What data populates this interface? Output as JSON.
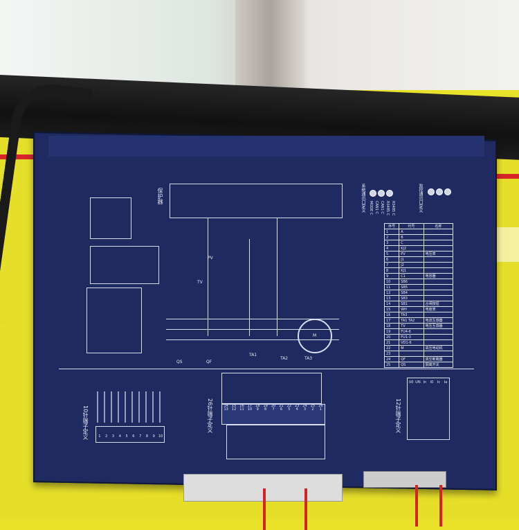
{
  "panel": {
    "protector_label": "保护器",
    "comm_port_left_title": "系统通讯口定义",
    "comm_port_right_title": "监控通讯口定义",
    "comm_port_left_pins": [
      "MODE C",
      "CAN1 C",
      "CAN1 C",
      "RS485 C",
      "RS485 C"
    ],
    "terminal_10_title": "10针端子定义",
    "terminal_10_numbers": [
      "1",
      "2",
      "3",
      "4",
      "5",
      "6",
      "7",
      "8",
      "9",
      "10"
    ],
    "terminal_26_title": "26针端子定义",
    "terminal_26_top_numbers": [
      "14",
      "15",
      "16",
      "17",
      "18",
      "19",
      "20",
      "21",
      "22",
      "23",
      "24",
      "25",
      "26"
    ],
    "terminal_26_bottom_numbers": [
      "13",
      "12",
      "11",
      "10",
      "9",
      "8",
      "7",
      "6",
      "5",
      "4",
      "3",
      "2",
      "1"
    ],
    "terminal_12_title": "12针端子定义",
    "terminal_12_labels": [
      "U0",
      "UN",
      "In",
      "I0",
      "Ic",
      "Ia"
    ],
    "diagram_labels": [
      "TA1",
      "TA2",
      "TA3",
      "QF",
      "QS",
      "M",
      "PV",
      "TV"
    ],
    "component_table": {
      "headers": [
        "序号",
        "代号",
        "名称"
      ],
      "rows": [
        [
          "1",
          "A",
          ""
        ],
        [
          "2",
          "B",
          ""
        ],
        [
          "3",
          "C",
          ""
        ],
        [
          "4",
          "KJ2",
          ""
        ],
        [
          "5",
          "PV",
          "电压表"
        ],
        [
          "6",
          "J1",
          ""
        ],
        [
          "7",
          "J2",
          ""
        ],
        [
          "8",
          "KJ1",
          ""
        ],
        [
          "9",
          "C1",
          "电容器"
        ],
        [
          "10",
          "SB6",
          ""
        ],
        [
          "11",
          "SB5",
          ""
        ],
        [
          "12",
          "SB4",
          ""
        ],
        [
          "13",
          "SB3",
          ""
        ],
        [
          "14",
          "SB1",
          "合闸按钮"
        ],
        [
          "15",
          "WH",
          "电度表"
        ],
        [
          "16",
          "TA3",
          ""
        ],
        [
          "17",
          "TA1 TA2",
          "电流互感器"
        ],
        [
          "18",
          "TV",
          "电压互感器"
        ],
        [
          "19",
          "FU4-6",
          ""
        ],
        [
          "20",
          "FU1-3",
          ""
        ],
        [
          "21",
          "VD1-6",
          ""
        ],
        [
          "22",
          "M",
          "高压电动机"
        ],
        [
          "23",
          "",
          ""
        ],
        [
          "24",
          "QF",
          "真空断路器"
        ],
        [
          "25",
          "QS",
          "隔离开关"
        ]
      ]
    }
  }
}
